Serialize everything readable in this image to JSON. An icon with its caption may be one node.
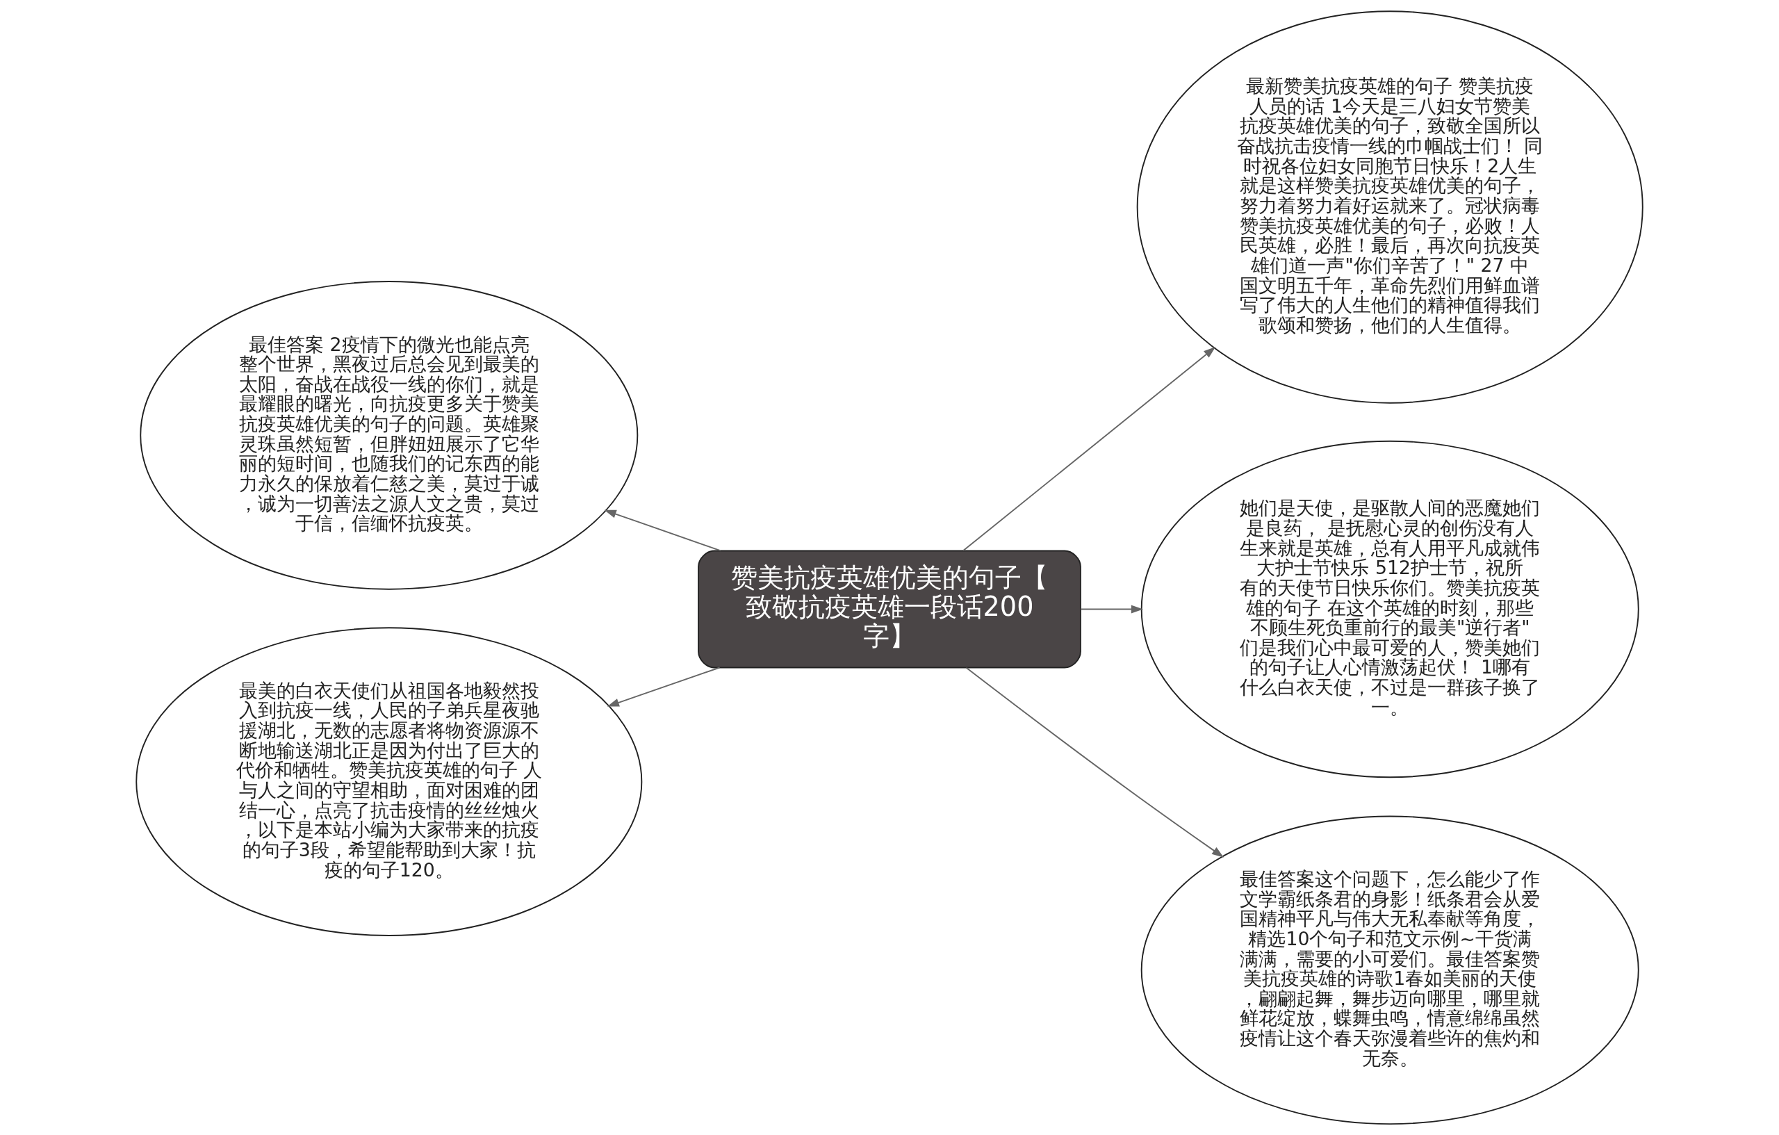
{
  "diagram": {
    "nodes": [
      {
        "text": [
          "赞美抗疫英雄优美的句子【致敬抗疫英雄一段话200字】"
        ]
      },
      {
        "text": [
          "最佳答案 2疫情下的微光也能点亮整个世界，黑夜过后总会见到最美的太阳，奋战在战役一线的你们，就是最耀眼的曙光，向抗疫更多关于赞美抗疫英雄优美的句子的问题。英雄聚灵珠虽然短暂，但胖妞妞展示了它华丽的短时间，也随我们的记东西的能力永久的保放着仁慈之美，莫过于诚，诚为一切善法之源人文之贵，莫过于信，信缅怀抗疫英。"
        ]
      },
      {
        "text": [
          "最美的白衣天使们从祖国各地毅然投入到抗疫一线，人民的子弟兵星夜驰援湖北，无数的志愿者将物资源源不断地输送湖北正是因为付出了巨大的代价和牺牲。赞美抗疫英雄的句子 人与人之间的守望相助，面对困难的团结一心，点亮了抗击疫情的丝丝烛火，以下是本站小编为大家带来的抗疫的句子3段，希望能帮助到大家！抗疫的句子120。"
        ]
      },
      {
        "text": [
          "最新赞美抗疫英雄的句子 赞美抗疫人员的话 1今天是三八妇女节赞美抗疫英雄优美的句子，致敬全国所以奋战抗击疫情一线的巾帼战士们！ 同时祝各位妇女同胞节日快乐！2人生就是这样赞美抗疫英雄优美的句子，努力着努力着好运就来了。冠状病毒赞美抗疫英雄优美的句子，必败！人民英雄，必胜！最后，再次向抗疫英雄们道一声\"你们辛苦了！\" 27 中国文明五千年，革命先烈们用鲜血谱写了伟大的人生他们的精神值得我们歌颂和赞扬，他们的人生值得。"
        ]
      },
      {
        "text": [
          "她们是天使，是驱散人间的恶魔她们是良药， 是抚慰心灵的创伤没有人生来就是英雄，总有人用平凡成就伟大护士节快乐 512护士节，祝所有的天使节日快乐你们。赞美抗疫英雄的句子 在这个英雄的时刻，那些不顾生死负重前行的最美\"逆行者\"们是我们心中最可爱的人，赞美她们的句子让人心情激荡起伏！ 1哪有什么白衣天使，不过是一群孩子换了一。"
        ]
      },
      {
        "text": [
          "最佳答案这个问题下，怎么能少了作文学霸纸条君的身影！纸条君会从爱国精神平凡与伟大无私奉献等角度，精选10个句子和范文示例~干货满满满，需要的小可爱们。最佳答案赞美抗疫英雄的诗歌1春如美丽的天使，翩翩起舞，舞步迈向哪里，哪里就鲜花绽放，蝶舞虫鸣，情意绵绵虽然疫情让这个春天弥漫着些许的焦灼和无奈。"
        ]
      }
    ],
    "edges": [
      {
        "from": 0,
        "to": 1,
        "arrow": "to"
      },
      {
        "from": 0,
        "to": 2,
        "arrow": "to"
      },
      {
        "from": 0,
        "to": 3,
        "arrow": "to"
      },
      {
        "from": 0,
        "to": 4,
        "arrow": "to"
      },
      {
        "from": 0,
        "to": 5,
        "arrow": "to"
      }
    ]
  }
}
